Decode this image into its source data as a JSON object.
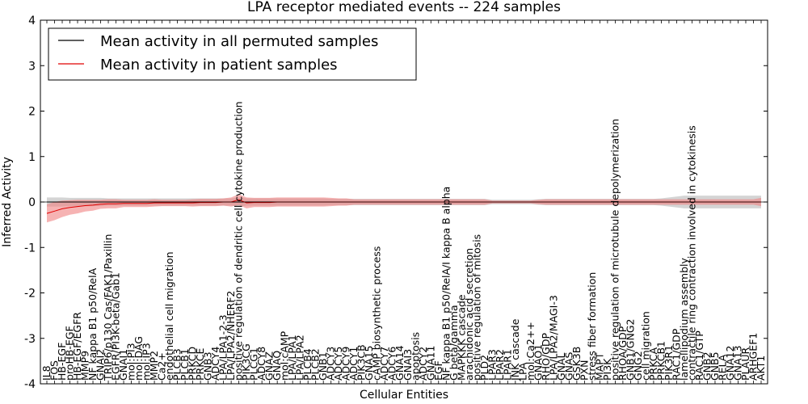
{
  "chart_data": {
    "type": "line",
    "title": "LPA receptor mediated events -- 224 samples",
    "xlabel": "Cellular Entities",
    "ylabel": "Inferred Activity",
    "ylim": [
      -4,
      4
    ],
    "yticks": [
      -4,
      -3,
      -2,
      -1,
      0,
      1,
      2,
      3,
      4
    ],
    "grid": false,
    "legend_position": "top-left",
    "x": [
      "IL8",
      "FOS",
      "HB-EGF",
      "proHB-EGF",
      "HB-EGF/EGFR",
      "MMP9",
      "NF kappa B1 p50/RelA",
      "GNAI2",
      "TRIP6/p130 Cas/FAK1/Paxillin",
      "EGFR/PI3K-beta/Gab1",
      "GNAI1",
      "mol:PI3",
      "mol:DAG",
      "mol:IP3",
      "MMP2",
      "Ca2+",
      "endothelial cell migration",
      "PLCB3",
      "PLCB1",
      "PRKCD",
      "PRKCE",
      "GNB3",
      "ADCY4",
      "LPA/LPA1-2-3",
      "LPA/LPA2/NHERF2",
      "positive regulation of dendritic cell cytokine production",
      "PIK3CG",
      "PLCG1",
      "ADCY8",
      "GNAZ",
      "GNAQ",
      "mol:cAMP",
      "LPA/LPA1",
      "LPA/LPA2",
      "PLCB4",
      "PLCB2",
      "GNB1",
      "ADCY3",
      "ADCY5",
      "ADCY9",
      "ADCY1",
      "PIK3CB",
      "GNA15",
      "cAMP biosynthetic process",
      "ADCY7",
      "ADCY6",
      "GNA14",
      "GNAI3",
      "apoptosis",
      "ADCY2",
      "GNA11",
      "EGF",
      "NF kappa B1 p50/RelA/I kappa B alpha",
      "G beta/gamma",
      "MAPKKK cascade",
      "arachidonic acid secretion",
      "positive regulation of mitosis",
      "PLD2",
      "LPAR3",
      "LPAR2",
      "LPAR1",
      "JNK cascade",
      "LPA",
      "mol:Ca2++",
      "GNAO1",
      "RHO/GDP",
      "LPA/LPA2/MAGI-3",
      "GNAL",
      "GNAS",
      "GSK3B",
      "PXN",
      "stress fiber formation",
      "MAPT",
      "PI3K",
      "positive regulation of microtubule depolymerization",
      "RHOA/GDP",
      "GNB1/GNG2",
      "GNG2",
      "cell migration",
      "PRKCA",
      "PRKCB1",
      "PIK3R1",
      "RAC1/GDP",
      "lamellipodium assembly",
      "contractile ring contraction involved in cytokinesis",
      "RAC1/GTP",
      "GNB2",
      "GNB5",
      "RELA",
      "GNA12",
      "GNA13",
      "PLAUR",
      "ARHGEF1",
      "AKT1"
    ],
    "series": [
      {
        "name": "Mean activity in all permuted samples",
        "color": "#000000",
        "band_color": "#b0b0b0",
        "values": [
          0.0,
          0.0,
          0.0,
          0.0,
          0.0,
          0.0,
          0.0,
          0.0,
          0.0,
          0.0,
          0.0,
          0.0,
          0.0,
          0.0,
          0.0,
          0.0,
          0.0,
          0.0,
          0.0,
          0.0,
          0.0,
          0.0,
          0.0,
          0.0,
          0.0,
          0.0,
          0.0,
          0.0,
          0.0,
          0.0,
          0.0,
          0.0,
          0.0,
          0.0,
          0.0,
          0.0,
          0.0,
          0.0,
          0.0,
          0.0,
          0.0,
          0.0,
          0.0,
          0.0,
          0.0,
          0.0,
          0.0,
          0.0,
          0.0,
          0.0,
          0.0,
          0.0,
          0.0,
          0.0,
          0.0,
          0.0,
          0.0,
          0.0,
          0.0,
          0.0,
          0.0,
          0.0,
          0.0,
          0.0,
          0.0,
          0.0,
          0.0,
          0.0,
          0.0,
          0.0,
          0.0,
          0.0,
          0.0,
          0.0,
          0.0,
          0.0,
          0.0,
          0.0,
          0.0,
          0.0,
          0.0,
          0.0,
          0.0,
          0.0,
          0.0,
          0.0,
          0.0,
          0.0,
          0.0,
          0.0,
          0.0,
          0.0,
          0.0,
          0.0
        ],
        "spread": [
          0.1,
          0.1,
          0.1,
          0.09,
          0.09,
          0.09,
          0.09,
          0.09,
          0.08,
          0.08,
          0.08,
          0.08,
          0.08,
          0.08,
          0.08,
          0.08,
          0.08,
          0.08,
          0.08,
          0.08,
          0.08,
          0.08,
          0.08,
          0.08,
          0.08,
          0.1,
          0.08,
          0.08,
          0.08,
          0.08,
          0.08,
          0.08,
          0.08,
          0.08,
          0.08,
          0.08,
          0.08,
          0.07,
          0.07,
          0.07,
          0.07,
          0.07,
          0.07,
          0.07,
          0.07,
          0.07,
          0.07,
          0.07,
          0.07,
          0.07,
          0.07,
          0.07,
          0.07,
          0.07,
          0.07,
          0.07,
          0.07,
          0.07,
          0.05,
          0.05,
          0.05,
          0.05,
          0.05,
          0.05,
          0.06,
          0.07,
          0.07,
          0.07,
          0.07,
          0.07,
          0.07,
          0.07,
          0.07,
          0.07,
          0.07,
          0.07,
          0.07,
          0.07,
          0.07,
          0.07,
          0.08,
          0.1,
          0.12,
          0.14,
          0.14,
          0.14,
          0.14,
          0.14,
          0.14,
          0.14,
          0.14,
          0.14,
          0.14,
          0.14
        ]
      },
      {
        "name": "Mean activity in patient samples",
        "color": "#e00000",
        "band_color": "#f08080",
        "values": [
          -0.25,
          -0.2,
          -0.15,
          -0.12,
          -0.1,
          -0.08,
          -0.07,
          -0.05,
          -0.04,
          -0.04,
          -0.03,
          -0.03,
          -0.03,
          -0.03,
          -0.02,
          -0.02,
          -0.02,
          -0.02,
          -0.02,
          -0.02,
          -0.01,
          -0.01,
          -0.01,
          0.0,
          0.0,
          0.05,
          -0.02,
          -0.01,
          -0.01,
          -0.01,
          0.0,
          0.0,
          0.0,
          0.0,
          0.0,
          0.0,
          0.0,
          0.0,
          0.0,
          0.0,
          0.0,
          0.0,
          0.0,
          0.0,
          0.0,
          0.0,
          0.0,
          0.0,
          0.0,
          0.0,
          0.0,
          0.0,
          0.0,
          0.0,
          0.0,
          0.0,
          0.0,
          0.0,
          0.0,
          0.0,
          0.0,
          0.0,
          0.0,
          0.0,
          0.0,
          0.0,
          0.0,
          0.0,
          0.0,
          0.0,
          0.0,
          0.0,
          0.0,
          0.0,
          0.0,
          0.0,
          0.0,
          0.0,
          0.0,
          0.0,
          0.0,
          0.0,
          0.0,
          0.0,
          0.0,
          0.0,
          0.0,
          0.0,
          0.0,
          0.0,
          0.0,
          0.0,
          0.0,
          0.0
        ],
        "spread": [
          0.2,
          0.2,
          0.18,
          0.16,
          0.15,
          0.13,
          0.12,
          0.1,
          0.1,
          0.1,
          0.08,
          0.08,
          0.08,
          0.08,
          0.08,
          0.07,
          0.07,
          0.07,
          0.07,
          0.08,
          0.08,
          0.08,
          0.08,
          0.08,
          0.1,
          0.12,
          0.12,
          0.1,
          0.1,
          0.1,
          0.1,
          0.1,
          0.1,
          0.1,
          0.1,
          0.1,
          0.1,
          0.09,
          0.08,
          0.08,
          0.06,
          0.06,
          0.06,
          0.06,
          0.06,
          0.06,
          0.06,
          0.06,
          0.06,
          0.06,
          0.06,
          0.06,
          0.06,
          0.06,
          0.06,
          0.06,
          0.06,
          0.06,
          0.03,
          0.03,
          0.03,
          0.03,
          0.03,
          0.03,
          0.05,
          0.06,
          0.06,
          0.06,
          0.06,
          0.06,
          0.06,
          0.06,
          0.06,
          0.06,
          0.06,
          0.06,
          0.06,
          0.06,
          0.06,
          0.06,
          0.06,
          0.06,
          0.06,
          0.06,
          0.06,
          0.06,
          0.06,
          0.06,
          0.06,
          0.06,
          0.06,
          0.06,
          0.06,
          0.09
        ]
      }
    ]
  }
}
